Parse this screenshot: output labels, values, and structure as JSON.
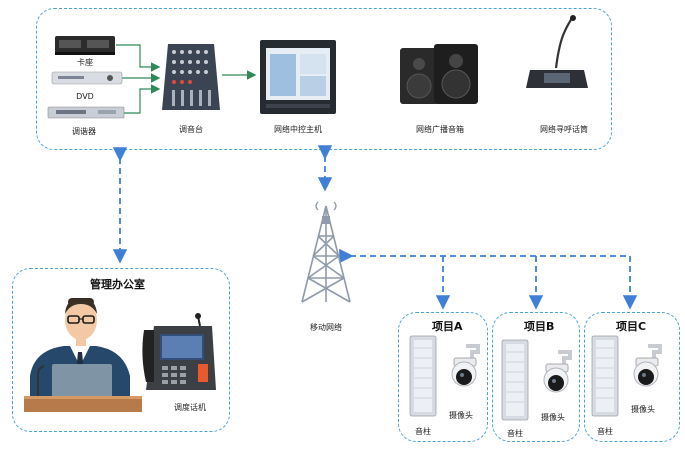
{
  "top": {
    "sources": {
      "card_deck": "卡座",
      "dvd": "DVD",
      "tuner": "调谐器"
    },
    "mixer": "调音台",
    "host": "网络中控主机",
    "speaker": "网络广播音箱",
    "paging": "网络寻呼话筒"
  },
  "network": "移动网络",
  "office": {
    "title": "管理办公室",
    "phone": "调度话机"
  },
  "projects": [
    {
      "title": "项目A",
      "column": "音柱",
      "camera": "摄像头"
    },
    {
      "title": "项目B",
      "column": "音柱",
      "camera": "摄像头"
    },
    {
      "title": "项目C",
      "column": "音柱",
      "camera": "摄像头"
    }
  ],
  "colors": {
    "dashed_border": "#4aa3d8",
    "arrow_blue": "#3f7fd6",
    "arrow_green": "#2e8b57"
  }
}
